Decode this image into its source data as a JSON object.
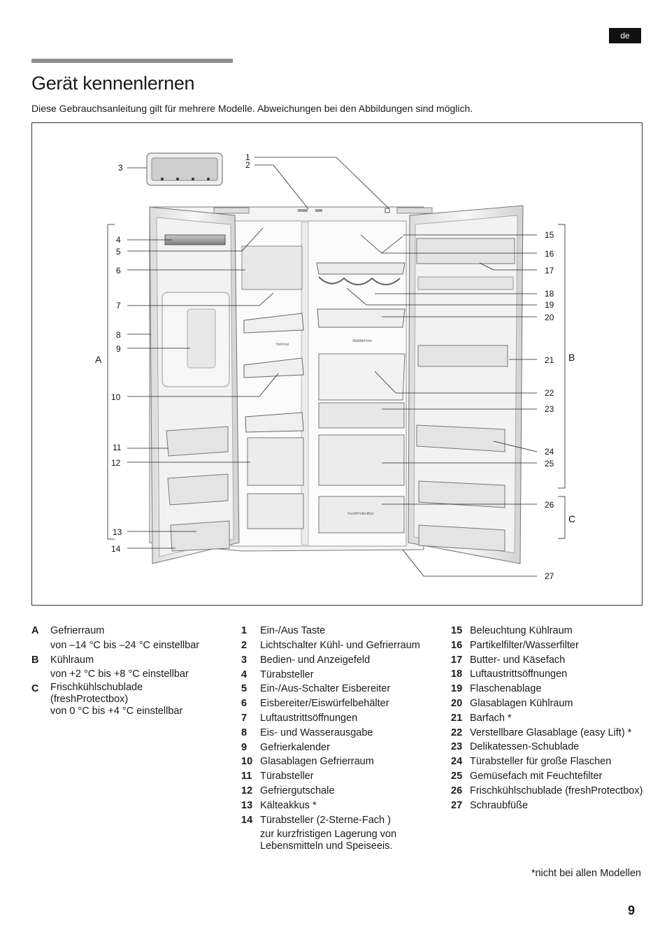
{
  "header": {
    "lang": "de"
  },
  "page": {
    "title": "Gerät kennenlernen",
    "intro": "Diese Gebrauchsanleitung gilt für mehrere Modelle. Abweichungen bei den Abbildungen sind möglich.",
    "footnote": "*nicht bei allen Modellen",
    "page_number": "9"
  },
  "figure": {
    "callouts": [
      "1",
      "2",
      "3",
      "4",
      "5",
      "6",
      "7",
      "8",
      "9",
      "10",
      "11",
      "12",
      "13",
      "14",
      "15",
      "16",
      "17",
      "18",
      "19",
      "20",
      "21",
      "22",
      "23",
      "24",
      "25",
      "26",
      "27"
    ],
    "zones": [
      "A",
      "B",
      "C"
    ],
    "panel_text": [
      "NoFrost",
      "MultiAirFlow",
      "FreshProtectBox"
    ]
  },
  "legend": {
    "zones": [
      {
        "key": "A",
        "name": "Gefrierraum",
        "detail": "von –14 °C bis –24 °C einstellbar"
      },
      {
        "key": "B",
        "name": "Kühlraum",
        "detail": "von +2 °C bis +8 °C einstellbar"
      },
      {
        "key": "C",
        "name": "Frischkühlschublade (freshProtectbox)",
        "detail": "von 0 °C bis +4 °C einstellbar"
      }
    ],
    "parts_1": [
      {
        "num": "1",
        "text": "Ein-/Aus Taste"
      },
      {
        "num": "2",
        "text": "Lichtschalter Kühl- und Gefrierraum"
      },
      {
        "num": "3",
        "text": "Bedien- und Anzeigefeld"
      },
      {
        "num": "4",
        "text": "Türabsteller"
      },
      {
        "num": "5",
        "text": "Ein-/Aus-Schalter Eisbereiter"
      },
      {
        "num": "6",
        "text": "Eisbereiter/Eiswürfelbehälter"
      },
      {
        "num": "7",
        "text": "Luftaustrittsöffnungen"
      },
      {
        "num": "8",
        "text": "Eis- und Wasserausgabe"
      },
      {
        "num": "9",
        "text": "Gefrierkalender"
      },
      {
        "num": "10",
        "text": "Glasablagen Gefrierraum"
      },
      {
        "num": "11",
        "text": "Türabsteller"
      },
      {
        "num": "12",
        "text": "Gefriergutschale"
      },
      {
        "num": "13",
        "text": "Kälteakkus *"
      },
      {
        "num": "14",
        "text": "Türabsteller (2-Sterne-Fach )",
        "detail": "zur kurzfristigen Lagerung von Lebensmitteln und Speiseeis."
      }
    ],
    "parts_2": [
      {
        "num": "15",
        "text": "Beleuchtung Kühlraum"
      },
      {
        "num": "16",
        "text": "Partikelfilter/Wasserfilter"
      },
      {
        "num": "17",
        "text": "Butter- und Käsefach"
      },
      {
        "num": "18",
        "text": "Luftaustrittsöffnungen"
      },
      {
        "num": "19",
        "text": "Flaschenablage"
      },
      {
        "num": "20",
        "text": "Glasablagen Kühlraum"
      },
      {
        "num": "21",
        "text": "Barfach *"
      },
      {
        "num": "22",
        "text": "Verstellbare Glasablage (easy Lift) *"
      },
      {
        "num": "23",
        "text": "Delikatessen-Schublade"
      },
      {
        "num": "24",
        "text": "Türabsteller für große Flaschen"
      },
      {
        "num": "25",
        "text": "Gemüsefach mit Feuchtefilter"
      },
      {
        "num": "26",
        "text": "Frischkühlschublade (freshProtectbox)"
      },
      {
        "num": "27",
        "text": "Schraubfüße"
      }
    ]
  }
}
